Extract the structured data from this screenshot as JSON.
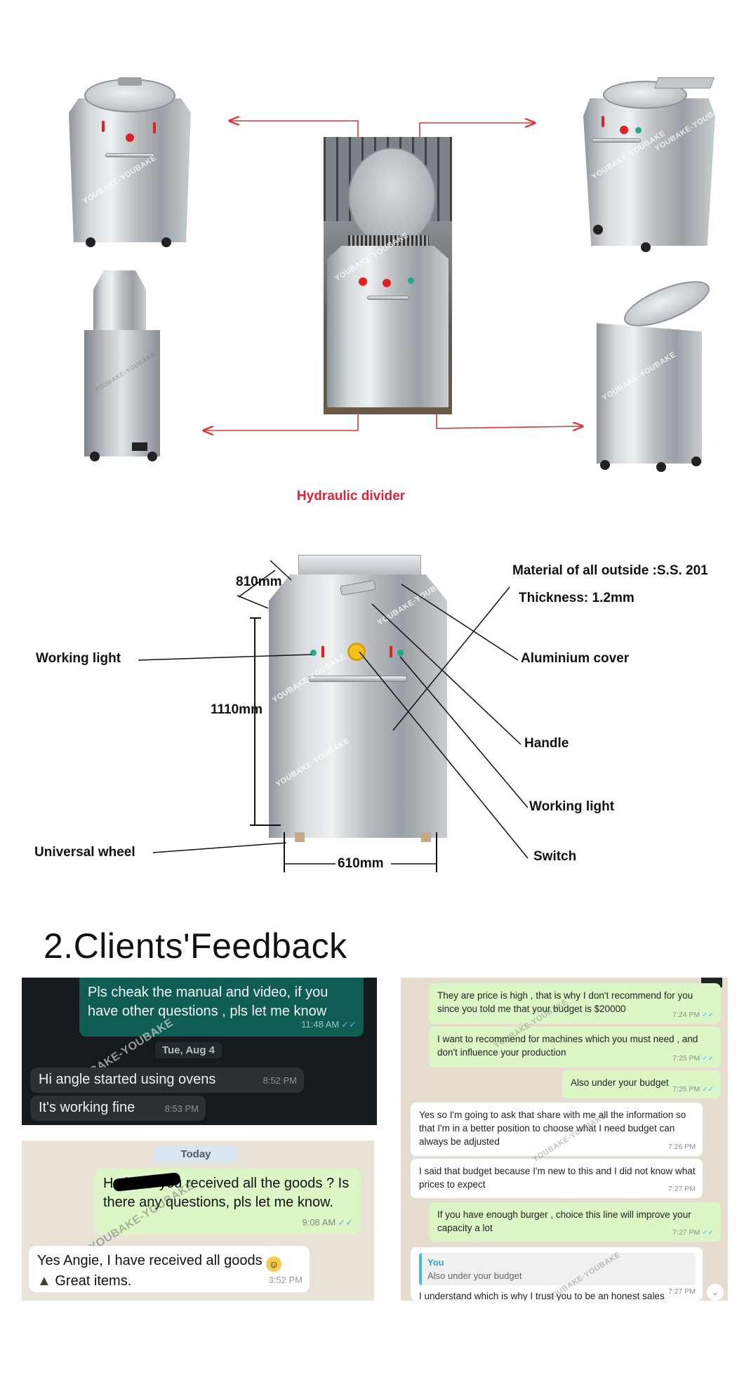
{
  "product": {
    "photo_title": "Hydraulic divider",
    "watermark": "YOUBAKE-YOUBAKE"
  },
  "spec": {
    "depth": "810mm",
    "height": "1110mm",
    "width": "610mm",
    "material": "Material of all outside :S.S. 201",
    "thickness": "Thickness: 1.2mm",
    "working_light_left": "Working light",
    "aluminium_cover": "Aluminium cover",
    "handle": "Handle",
    "working_light_right": "Working light",
    "switch": "Switch",
    "universal_wheel": "Universal wheel"
  },
  "feedback": {
    "title": "2.Clients'Feedback",
    "chat1": {
      "msg1": "Pls cheak the manual and video, if you have other questions , pls let me know",
      "msg1_time": "11:48 AM",
      "date": "Tue, Aug 4",
      "msg2": "Hi angle started using ovens",
      "msg2_time": "8:52 PM",
      "msg3": "It's working fine",
      "msg3_time": "8:53 PM"
    },
    "chat2": {
      "date": "Today",
      "msg1": "H      , have you received all the goods ? Is there any questions, pls let me know.",
      "msg1_time": "9:08 AM",
      "msg2": "Yes Angie, I have received all goods",
      "msg2_line2": "Great items.",
      "msg2_time": "3:52 PM"
    },
    "chat3": {
      "m1": "They are price is high , that is why I don't recommend for you since you told me that your budget is $20000",
      "m1_time": "7:24 PM",
      "m2": "I want to recommend for machines which you must need , and don't influence your production",
      "m2_time": "7:25 PM",
      "m3": "Also under your budget",
      "m3_time": "7:25 PM",
      "m4": "Yes so I'm going to ask that share with me all the information so that I'm in a better position to choose what I need budget can always be adjusted",
      "m4_time": "7:26 PM",
      "m5": "I said that budget because I'm new to this and I did not know what prices  to expect",
      "m5_time": "7:27 PM",
      "m6": "If you have enough burger , choice this line will improve your capacity a lot",
      "m6_time": "7:27 PM",
      "m7_quote_name": "You",
      "m7_quote_text": "Also under your budget",
      "m7": "I understand which is why I trust you to be an honest sales person",
      "m7_time": "7:27 PM"
    }
  }
}
